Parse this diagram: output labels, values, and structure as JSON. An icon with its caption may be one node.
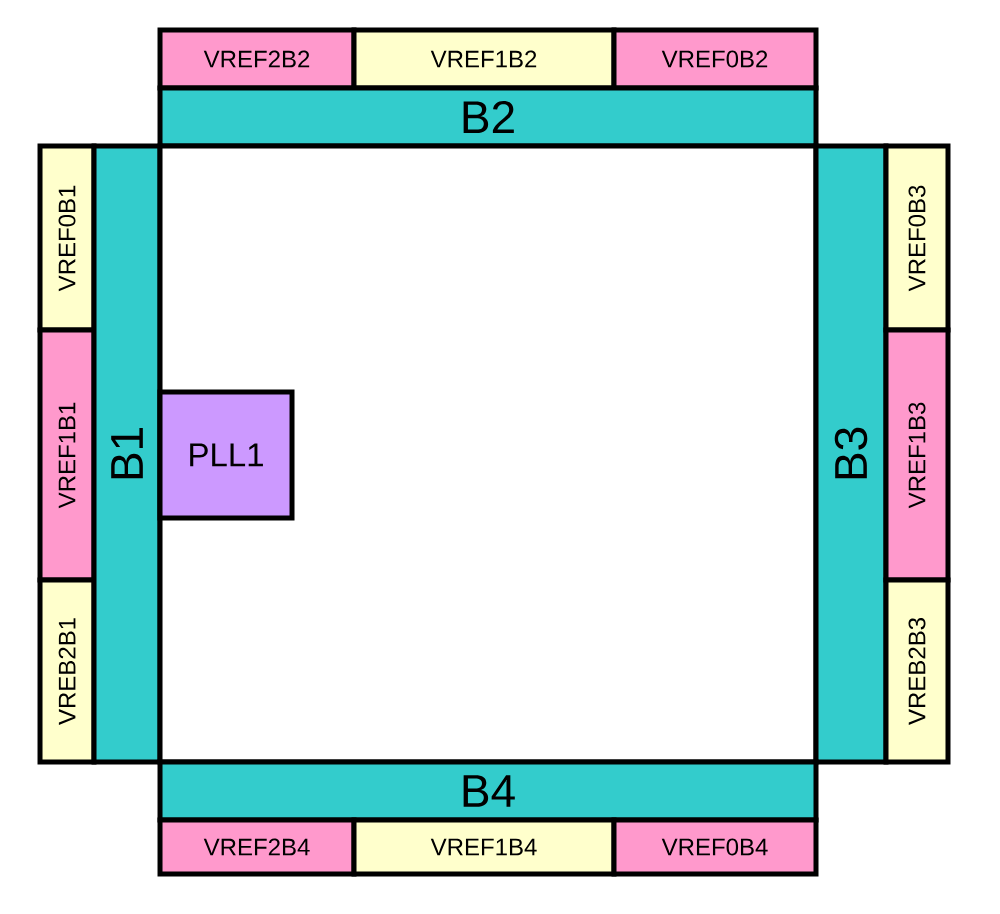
{
  "diagram": {
    "nodes": [
      {
        "text": [
          "VREF2B2"
        ]
      },
      {
        "text": [
          "VREF1B2"
        ]
      },
      {
        "text": [
          "VREF0B2"
        ]
      },
      {
        "text": [
          "B2"
        ]
      },
      {
        "text": [
          "VREF0B1"
        ]
      },
      {
        "text": [
          "VREF1B1"
        ]
      },
      {
        "text": [
          "VREB2B1"
        ]
      },
      {
        "text": [
          "B1"
        ]
      },
      {
        "text": [],
        "shape": "box"
      },
      {
        "text": [
          "PLL1"
        ],
        "in": 8
      },
      {
        "text": [
          "B3"
        ]
      },
      {
        "text": [
          "VREF0B3"
        ]
      },
      {
        "text": [
          "VREF1B3"
        ]
      },
      {
        "text": [
          "VREB2B3"
        ]
      },
      {
        "text": [
          "B4"
        ]
      },
      {
        "text": [
          "VREF2B4"
        ]
      },
      {
        "text": [
          "VREF1B4"
        ]
      },
      {
        "text": [
          "VREF0B4"
        ]
      }
    ]
  }
}
